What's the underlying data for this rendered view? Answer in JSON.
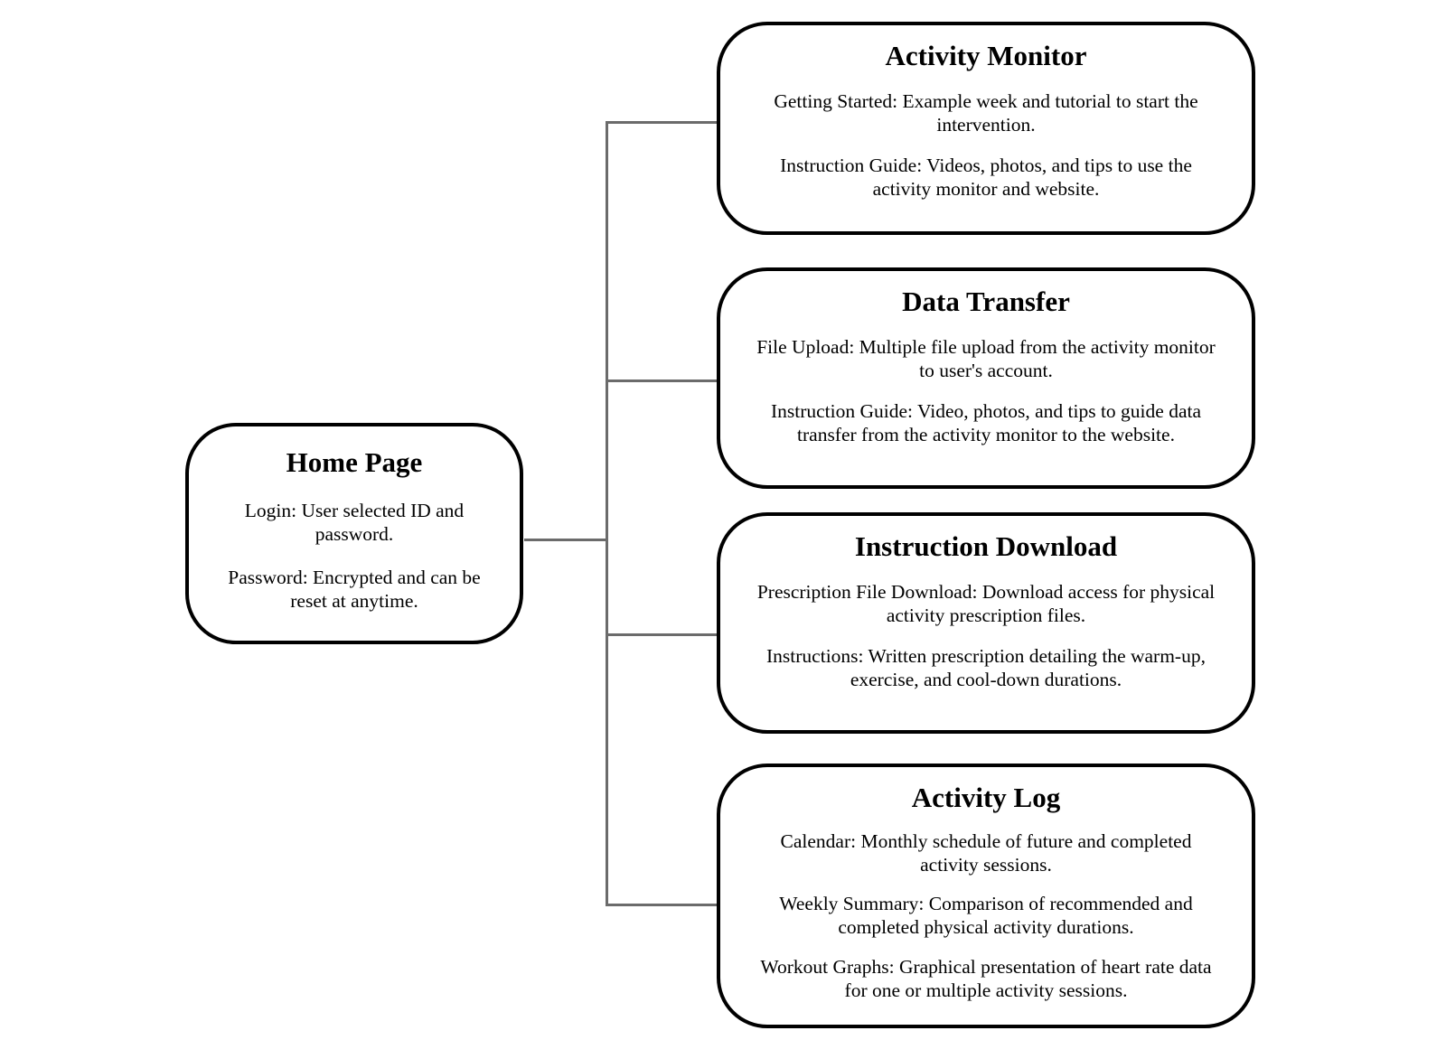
{
  "colors": {
    "background": "#ffffff",
    "box_border": "#000000",
    "connector": "#6b6b6b",
    "text": "#000000"
  },
  "home": {
    "title": "Home Page",
    "items": [
      "Login: User selected ID and password.",
      "Password: Encrypted and can be reset at anytime."
    ]
  },
  "nodes": [
    {
      "title": "Activity Monitor",
      "items": [
        "Getting Started: Example week and tutorial to start the intervention.",
        "Instruction Guide: Videos, photos, and tips to use the activity monitor and website."
      ]
    },
    {
      "title": "Data Transfer",
      "items": [
        "File Upload: Multiple file upload from the activity monitor to user's account.",
        "Instruction Guide: Video, photos, and tips to guide data transfer from the activity monitor to the website."
      ]
    },
    {
      "title": "Instruction Download",
      "items": [
        "Prescription File Download: Download access for physical activity prescription files.",
        "Instructions: Written prescription detailing the warm-up, exercise, and cool-down durations."
      ]
    },
    {
      "title": "Activity Log",
      "items": [
        "Calendar: Monthly schedule of future and completed activity sessions.",
        "Weekly Summary: Comparison of recommended and completed physical activity durations.",
        "Workout Graphs: Graphical presentation of heart rate data for one or multiple activity sessions."
      ]
    }
  ]
}
